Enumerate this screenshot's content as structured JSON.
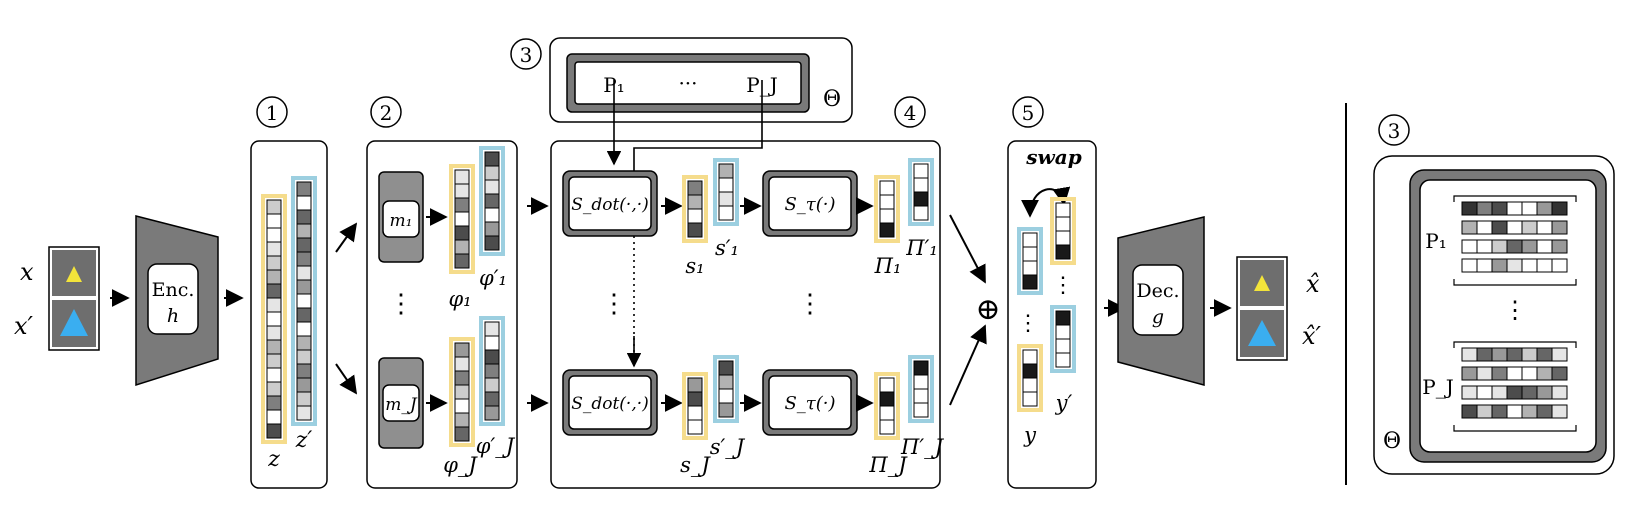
{
  "colors": {
    "box_gray": "#7a7a7a",
    "module_gray": "#8f8f8f",
    "input_tile": "#6e6e6e",
    "yellow_outline": "#f5dc8c",
    "blue_outline": "#9ccfe0",
    "triangle_yellow": "#f3e43a",
    "triangle_blue": "#3aaef0"
  },
  "labels": {
    "x": "x",
    "x_prime": "x′",
    "enc_title": "Enc.",
    "enc_sub": "h",
    "dec_title": "Dec.",
    "dec_sub": "g",
    "x_hat": "x̂",
    "x_hat_prime": "x̂′",
    "step1": "1",
    "step2": "2",
    "step3": "3",
    "step4": "4",
    "step5": "5",
    "z": "z",
    "z_prime": "z′",
    "m1": "m₁",
    "mJ": "m_J",
    "phi1": "φ₁",
    "phi1_prime": "φ′₁",
    "phiJ": "φ_J",
    "phiJ_prime": "φ′_J",
    "P1": "P₁",
    "PJ": "P_J",
    "ellipsis_h": "···",
    "theta": "Θ",
    "sdot_top": "S_dot(·,·)",
    "sdot_bottom": "S_dot(·,·)",
    "stau_top": "S_τ(·)",
    "stau_bottom": "S_τ(·)",
    "s1": "s₁",
    "s1_prime": "s′₁",
    "sJ": "s_J",
    "sJ_prime": "s′_J",
    "Pi1": "Π₁",
    "Pi1_prime": "Π′₁",
    "PiJ": "Π_J",
    "PiJ_prime": "Π′_J",
    "oplus": "⊕",
    "swap": "swap",
    "y": "y",
    "y_prime": "y′",
    "vdots": "⋮"
  },
  "vectors": {
    "z": [
      7,
      9,
      9,
      8,
      7,
      6,
      3,
      8,
      9,
      8,
      6,
      7,
      9,
      7,
      4,
      9,
      2
    ],
    "z_prime": [
      4,
      9,
      3,
      6,
      3,
      4,
      8,
      5,
      9,
      3,
      9,
      6,
      7,
      4,
      5,
      7,
      8
    ],
    "phi1": [
      8,
      8,
      4,
      9,
      2,
      6,
      3
    ],
    "phi1_prime": [
      2,
      7,
      8,
      3,
      9,
      5,
      2
    ],
    "phiJ": [
      5,
      8,
      4,
      7,
      9,
      6,
      3
    ],
    "phiJ_prime": [
      8,
      9,
      2,
      4,
      7,
      3,
      5
    ],
    "s1": [
      4,
      6,
      9,
      2
    ],
    "s1_prime": [
      6,
      9,
      8,
      9
    ],
    "sJ": [
      5,
      2,
      9,
      9
    ],
    "sJ_prime": [
      2,
      6,
      9,
      5
    ],
    "Pi1": [
      9,
      9,
      9,
      0
    ],
    "Pi1_prime": [
      9,
      9,
      0,
      9
    ],
    "PiJ": [
      9,
      0,
      9,
      9
    ],
    "PiJ_prime": [
      0,
      9,
      9,
      9
    ],
    "y_left": [
      9,
      9,
      9,
      0
    ],
    "y_right": [
      0,
      9,
      9,
      9
    ],
    "y_bottom": [
      9,
      0,
      9,
      9
    ],
    "y_prime_top": [
      9,
      9,
      9,
      0
    ],
    "proto_P1_rows": [
      [
        1,
        4,
        2,
        9,
        9,
        5,
        1
      ],
      [
        6,
        9,
        2,
        9,
        7,
        9,
        5
      ],
      [
        9,
        9,
        7,
        3,
        5,
        9,
        5
      ],
      [
        9,
        9,
        5,
        8,
        9,
        9,
        9
      ]
    ],
    "proto_PJ_rows": [
      [
        8,
        3,
        5,
        3,
        7,
        3,
        8
      ],
      [
        5,
        8,
        4,
        9,
        9,
        6,
        3
      ],
      [
        8,
        9,
        8,
        2,
        3,
        5,
        8
      ],
      [
        2,
        7,
        3,
        9,
        6,
        3,
        8
      ]
    ]
  }
}
